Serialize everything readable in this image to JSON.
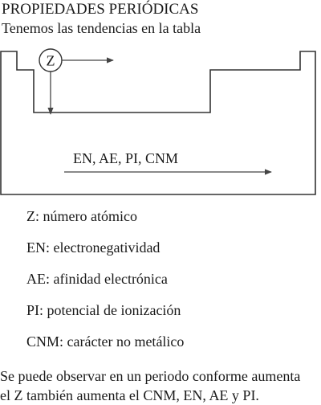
{
  "header": {
    "title": "PROPIEDADES PERIÓDICAS",
    "subtitle": "Tenemos las tendencias en la tabla"
  },
  "diagram": {
    "group_symbol": "Z",
    "trend_label": "EN, AE, PI, CNM"
  },
  "legend": {
    "items": [
      "Z: número atómico",
      "EN: electronegatividad",
      "AE: afinidad electrónica",
      "PI: potencial de ionización",
      "CNM: carácter no metálico"
    ]
  },
  "conclusion": {
    "line1": "Se puede observar en un periodo conforme aumenta",
    "line2": "el Z también aumenta el CNM, EN, AE y PI."
  }
}
